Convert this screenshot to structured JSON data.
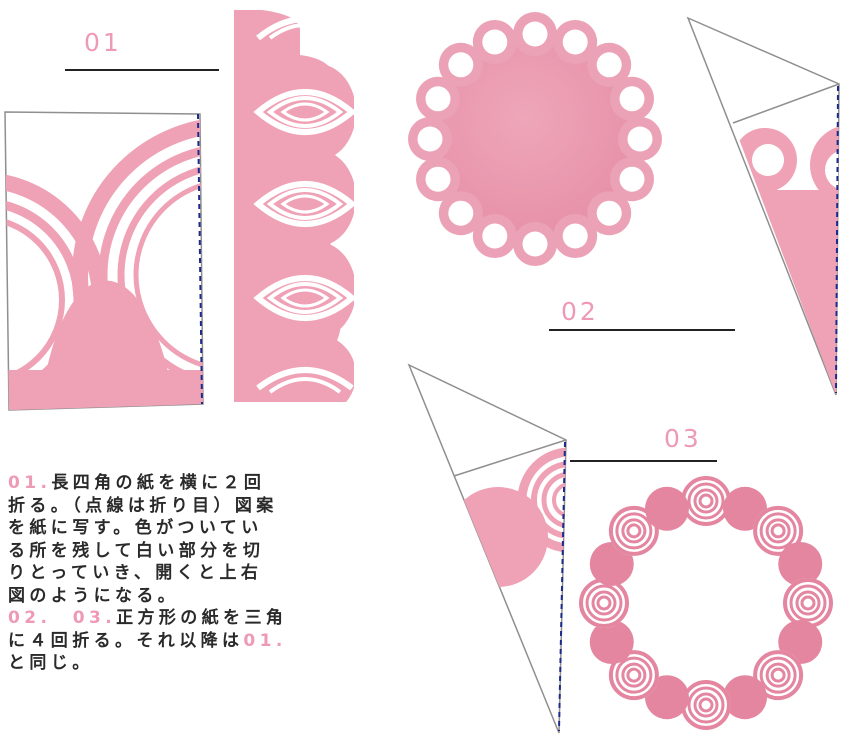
{
  "colors": {
    "paper_pink": "#efa1b5",
    "paper_pink_dark": "#e6869f",
    "accent_label": "#ef9ab4",
    "fold_line": "#1c2a8a",
    "text": "#2a2a2a"
  },
  "steps": [
    {
      "label": "01"
    },
    {
      "label": "02"
    },
    {
      "label": "03"
    }
  ],
  "instructions": {
    "lines": [
      [
        {
          "t": "01.",
          "hl": true
        },
        {
          "t": "長四角の紙を横に２回",
          "hl": false
        }
      ],
      [
        {
          "t": "折る。（点線は折り目）図案",
          "hl": false
        }
      ],
      [
        {
          "t": "を紙に写す。色がついてい",
          "hl": false
        }
      ],
      [
        {
          "t": "る所を残して白い部分を切",
          "hl": false
        }
      ],
      [
        {
          "t": "りとっていき、開くと上右",
          "hl": false
        }
      ],
      [
        {
          "t": "図のようになる。",
          "hl": false
        }
      ],
      [
        {
          "t": "02.",
          "hl": true
        },
        {
          "t": "　",
          "hl": false
        },
        {
          "t": "03.",
          "hl": true
        },
        {
          "t": "正方形の紙を三角",
          "hl": false
        }
      ],
      [
        {
          "t": "に４回折る。それ以降は",
          "hl": false
        },
        {
          "t": "01.",
          "hl": true
        }
      ],
      [
        {
          "t": "と同じ。",
          "hl": false
        }
      ]
    ]
  }
}
